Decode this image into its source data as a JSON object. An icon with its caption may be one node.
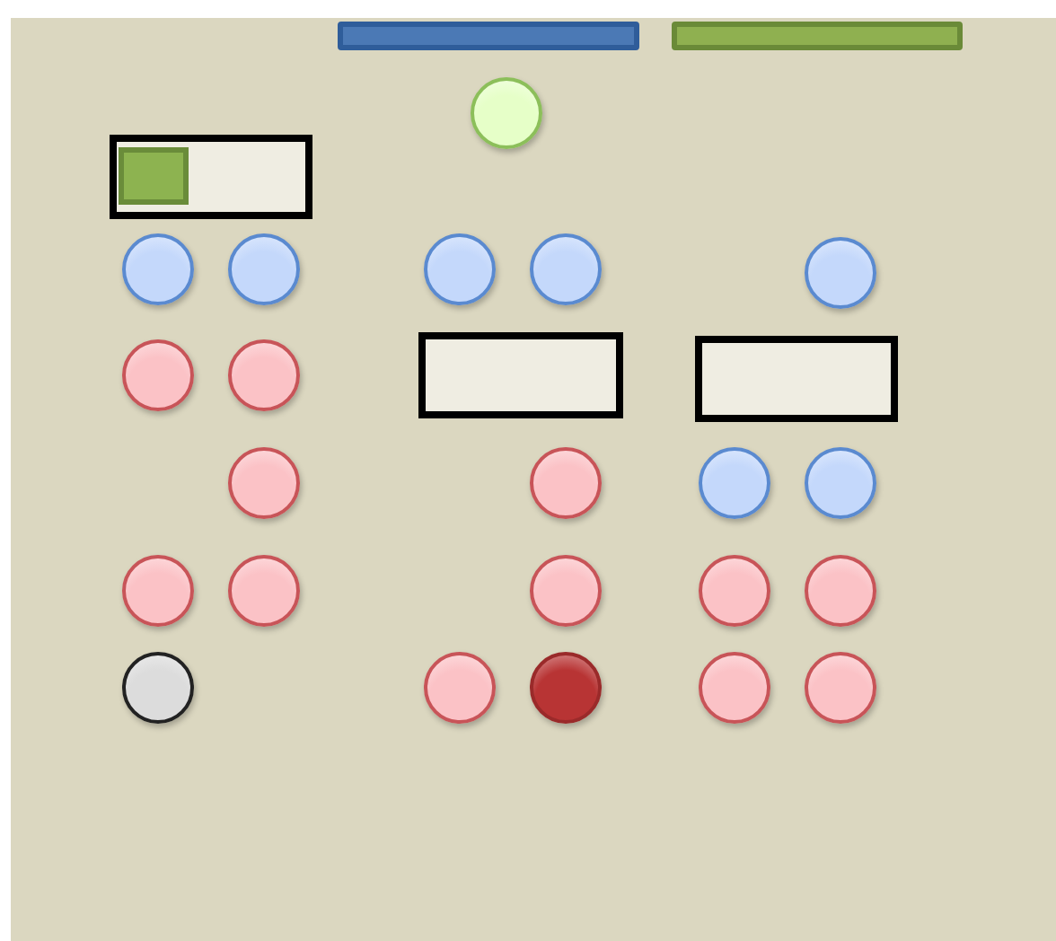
{
  "diagram": {
    "nodes": [
      {
        "text": [],
        "shape": "bar"
      },
      {
        "text": [],
        "shape": "bar"
      },
      {
        "text": [],
        "shape": "circle"
      },
      {
        "text": [],
        "shape": "box"
      },
      {
        "text": [],
        "shape": "box",
        "in": 3
      },
      {
        "text": [],
        "shape": "circle"
      },
      {
        "text": [],
        "shape": "circle"
      },
      {
        "text": [],
        "shape": "circle"
      },
      {
        "text": [],
        "shape": "circle"
      },
      {
        "text": [],
        "shape": "circle"
      },
      {
        "text": [],
        "shape": "circle"
      },
      {
        "text": [],
        "shape": "circle"
      },
      {
        "text": [],
        "shape": "box"
      },
      {
        "text": [],
        "shape": "box"
      },
      {
        "text": [],
        "shape": "circle"
      },
      {
        "text": [],
        "shape": "circle"
      },
      {
        "text": [],
        "shape": "circle"
      },
      {
        "text": [],
        "shape": "circle"
      },
      {
        "text": [],
        "shape": "circle"
      },
      {
        "text": [],
        "shape": "circle"
      },
      {
        "text": [],
        "shape": "circle"
      },
      {
        "text": [],
        "shape": "circle"
      },
      {
        "text": [],
        "shape": "circle"
      },
      {
        "text": [],
        "shape": "circle"
      },
      {
        "text": [],
        "shape": "circle"
      },
      {
        "text": [],
        "shape": "circle"
      },
      {
        "text": [],
        "shape": "circle"
      },
      {
        "text": [],
        "shape": "circle"
      }
    ]
  }
}
